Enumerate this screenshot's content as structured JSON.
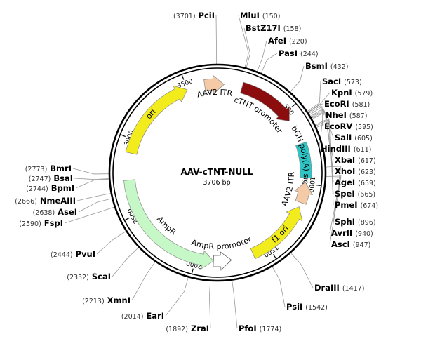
{
  "plasmid": {
    "name": "AAV-cTNT-NULL",
    "length_label": "3706 bp",
    "length": 3706
  },
  "ring_ticks": [
    "500",
    "1000",
    "1500",
    "2000",
    "2500",
    "3000",
    "3500"
  ],
  "features": [
    {
      "id": "aav2-itr-left",
      "label": "AAV2 ITR",
      "start": 3620,
      "end": 3750,
      "dir": "fwd",
      "color": "#f5cba7"
    },
    {
      "id": "ctnt-promoter",
      "label": "cTNT oromoter",
      "start": 165,
      "end": 560,
      "dir": "fwd",
      "color": "#8b0d0d"
    },
    {
      "id": "bgh-polya",
      "label": "bGH poly(A) signal",
      "start": 730,
      "end": 960,
      "dir": "none",
      "color": "#2cc6c6"
    },
    {
      "id": "aav2-itr-right",
      "label": "AAV2 ITR",
      "start": 990,
      "end": 1130,
      "dir": "rev",
      "color": "#f5cba7"
    },
    {
      "id": "f1-ori",
      "label": "f1 ori",
      "start": 1160,
      "end": 1610,
      "dir": "rev",
      "color": "#f2ec1c"
    },
    {
      "id": "ampr-promoter",
      "label": "AmpR promoter",
      "start": 1760,
      "end": 1880,
      "dir": "rev",
      "color": "#ffffff"
    },
    {
      "id": "ampr",
      "label": "AmpR",
      "start": 1880,
      "end": 2730,
      "dir": "rev",
      "color": "#c6f7c6"
    },
    {
      "id": "ori",
      "label": "ori",
      "start": 2910,
      "end": 3500,
      "dir": "fwd",
      "color": "#f2ec1c"
    }
  ],
  "sites": [
    {
      "name": "PciI",
      "pos": "(3701)",
      "at": 3701
    },
    {
      "name": "MluI",
      "pos": "(150)",
      "at": 150
    },
    {
      "name": "BstZ17I",
      "pos": "(158)",
      "at": 158
    },
    {
      "name": "AfeI",
      "pos": "(220)",
      "at": 220
    },
    {
      "name": "PasI",
      "pos": "(244)",
      "at": 244
    },
    {
      "name": "BsmI",
      "pos": "(432)",
      "at": 432
    },
    {
      "name": "SacI",
      "pos": "(573)",
      "at": 573
    },
    {
      "name": "KpnI",
      "pos": "(579)",
      "at": 579
    },
    {
      "name": "EcoRI",
      "pos": "(581)",
      "at": 581
    },
    {
      "name": "NheI",
      "pos": "(587)",
      "at": 587
    },
    {
      "name": "EcoRV",
      "pos": "(595)",
      "at": 595
    },
    {
      "name": "SalI",
      "pos": "(605)",
      "at": 605
    },
    {
      "name": "HindIII",
      "pos": "(611)",
      "at": 611
    },
    {
      "name": "XbaI",
      "pos": "(617)",
      "at": 617
    },
    {
      "name": "XhoI",
      "pos": "(623)",
      "at": 623
    },
    {
      "name": "AgeI",
      "pos": "(659)",
      "at": 659
    },
    {
      "name": "SpeI",
      "pos": "(665)",
      "at": 665
    },
    {
      "name": "PmeI",
      "pos": "(674)",
      "at": 674
    },
    {
      "name": "SphI",
      "pos": "(896)",
      "at": 896
    },
    {
      "name": "AvrII",
      "pos": "(940)",
      "at": 940
    },
    {
      "name": "AscI",
      "pos": "(947)",
      "at": 947
    },
    {
      "name": "DraIII",
      "pos": "(1417)",
      "at": 1417
    },
    {
      "name": "PsiI",
      "pos": "(1542)",
      "at": 1542
    },
    {
      "name": "PfoI",
      "pos": "(1774)",
      "at": 1774
    },
    {
      "name": "ZraI",
      "pos": "(1892)",
      "at": 1892
    },
    {
      "name": "EarI",
      "pos": "(2014)",
      "at": 2014
    },
    {
      "name": "XmnI",
      "pos": "(2213)",
      "at": 2213
    },
    {
      "name": "ScaI",
      "pos": "(2332)",
      "at": 2332
    },
    {
      "name": "PvuI",
      "pos": "(2444)",
      "at": 2444
    },
    {
      "name": "FspI",
      "pos": "(2590)",
      "at": 2590
    },
    {
      "name": "AseI",
      "pos": "(2638)",
      "at": 2638
    },
    {
      "name": "NmeAIII",
      "pos": "(2666)",
      "at": 2666
    },
    {
      "name": "BpmI",
      "pos": "(2744)",
      "at": 2744
    },
    {
      "name": "BsaI",
      "pos": "(2747)",
      "at": 2747
    },
    {
      "name": "BmrI",
      "pos": "(2773)",
      "at": 2773
    }
  ]
}
